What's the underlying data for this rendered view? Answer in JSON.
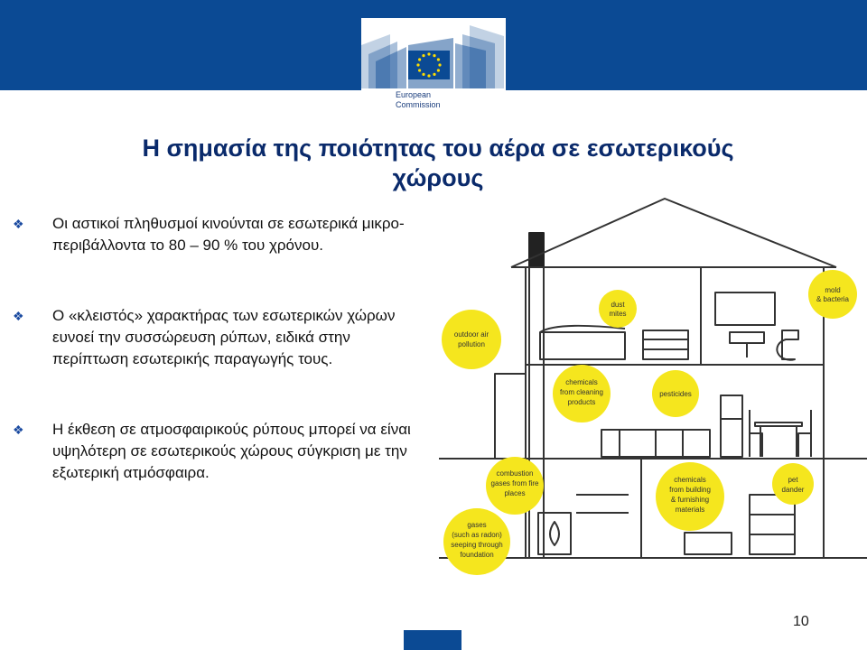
{
  "logo": {
    "line1": "European",
    "line2": "Commission"
  },
  "title": {
    "line1": "Η σημασία της ποιότητας του αέρα σε εσωτερικούς",
    "line2": "χώρους"
  },
  "bullets": [
    {
      "text": "Οι αστικοί πληθυσμοί κινούνται σε εσωτερικά μικρο-περιβάλλοντα το 80 – 90 % του χρόνου."
    },
    {
      "text": "Ο «κλειστός» χαρακτήρας των εσωτερικών χώρων ευνοεί την συσσώρευση ρύπων, ειδικά στην περίπτωση εσωτερικής παραγωγής τους."
    },
    {
      "text": "Η έκθεση σε ατμοσφαιρικούς ρύπους μπορεί να είναι υψηλότερη σε εσωτερικούς χώρους σύγκριση με την εξωτερική ατμόσφαιρα."
    }
  ],
  "bubbles": {
    "dust_mites": [
      "dust",
      "mites"
    ],
    "mold": [
      "mold",
      "& bacteria"
    ],
    "outdoor": [
      "outdoor air",
      "pollution"
    ],
    "cleaning": [
      "chemicals",
      "from cleaning",
      "products"
    ],
    "pesticides": [
      "pesticides"
    ],
    "combustion": [
      "combustion",
      "gases from fire",
      "places"
    ],
    "building": [
      "chemicals",
      "from building",
      "& furnishing",
      "materials"
    ],
    "pet": [
      "pet",
      "dander"
    ],
    "gases": [
      "gases",
      "(such as radon)",
      "seeping through",
      "foundation"
    ]
  },
  "colors": {
    "eu_blue": "#0b4a94",
    "title": "#0a2a6b",
    "bubble": "#f5e61e",
    "flag_star": "#ffdd00"
  },
  "page_number": "10"
}
